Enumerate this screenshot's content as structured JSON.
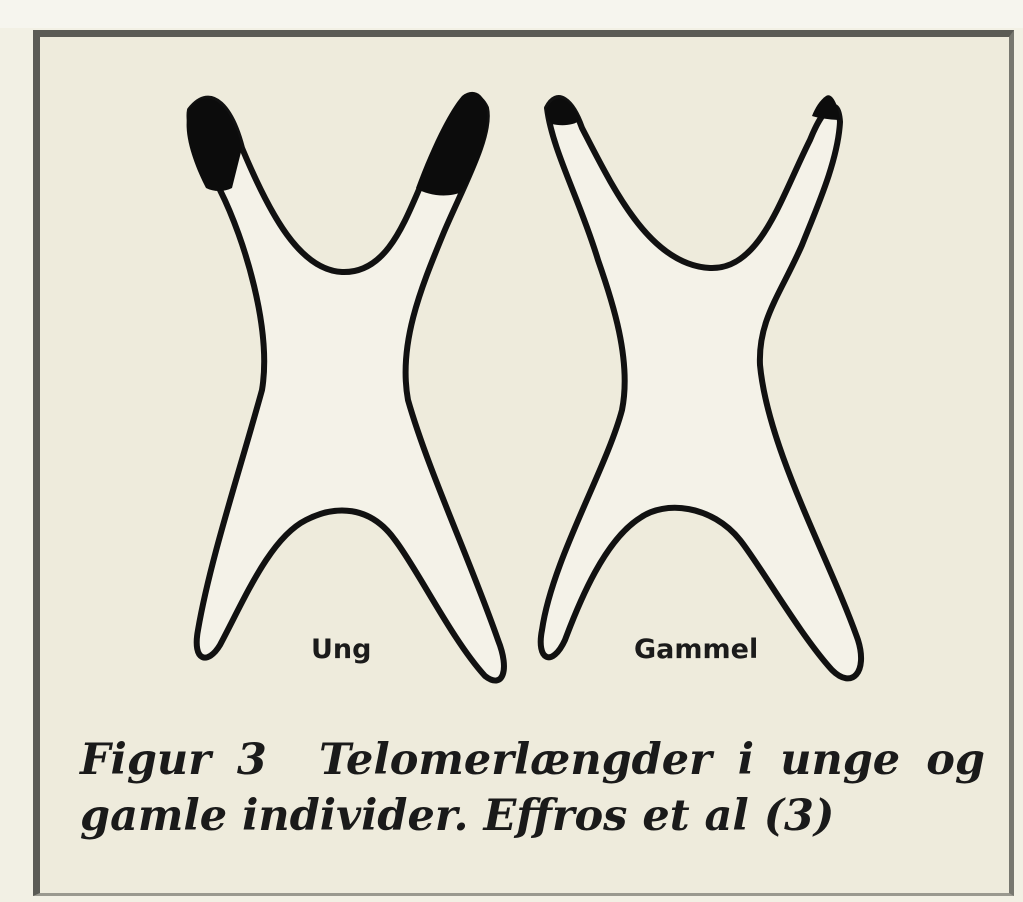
{
  "diagram": {
    "chromosomes": [
      {
        "label": "Ung",
        "telomere": "long"
      },
      {
        "label": "Gammel",
        "telomere": "short"
      }
    ]
  },
  "caption": {
    "figure_label": "Figur 3",
    "line1_text": "Telomerlængder i unge og",
    "line2_text": "gamle individer. Effros et al (3)"
  },
  "colors": {
    "background": "#eeebdc",
    "outline": "#111111",
    "telomere": "#0c0c0c"
  }
}
